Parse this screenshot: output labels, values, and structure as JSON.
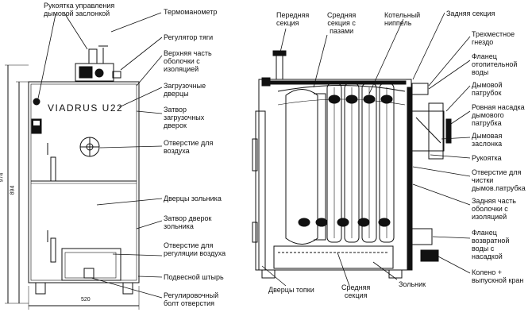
{
  "brand": "VIADRUS  U22",
  "dimensions": {
    "height_total": "974",
    "height_body": "894",
    "width": "520"
  },
  "left_labels": {
    "smoke_damper_handle": "Рукоятка управления\nдымовой заслонкой",
    "thermomanometer": "Термоманометр",
    "draft_regulator": "Регулятор тяги",
    "upper_casing": "Верхняя часть\nоболочки с\nизоляцией",
    "loading_door": "Загрузочные\nдверцы",
    "loading_door_latch": "Затвор\nзагрузочных\nдверок",
    "air_opening": "Отверстие для\nвоздуха",
    "ash_door": "Дверцы зольника",
    "ash_door_latch": "Затвор дверок\nзольника",
    "air_regulation_opening": "Отверстие для\nрегуляции воздуха",
    "suspension_pin": "Подвесной штырь",
    "regulating_bolt": "Регулировочный\nболт отверстия"
  },
  "top_labels": {
    "front_section": "Передняя\nсекция",
    "middle_section_grooves": "Средняя\nсекция с\nпазами",
    "boiler_nipple": "Котельный\nниппель",
    "rear_section": "Задняя секция"
  },
  "right_labels": {
    "three_way_socket": "Трехместное\nгнездо",
    "heating_flange": "Фланец\nотопительной\nводы",
    "smoke_pipe": "Дымовой\nпатрубок",
    "smoke_pipe_nozzle": "Ровная насадка\nдымового\nпатрубка",
    "smoke_damper": "Дымовая\nзаслонка",
    "handle": "Рукоятка",
    "cleaning_opening": "Отверстие для\nчистки\nдымов.патрубка",
    "rear_casing": "Задняя часть\nоболочки с\nизоляцией",
    "return_flange": "Фланец\nвозвратной\nводы с\nнасадкой",
    "elbow_drain_valve": "Колено +\nвыпускной кран"
  },
  "bottom_labels": {
    "firebox_door": "Дверцы топки",
    "middle_section": "Средняя\nсекция",
    "ash_pan": "Зольник"
  }
}
